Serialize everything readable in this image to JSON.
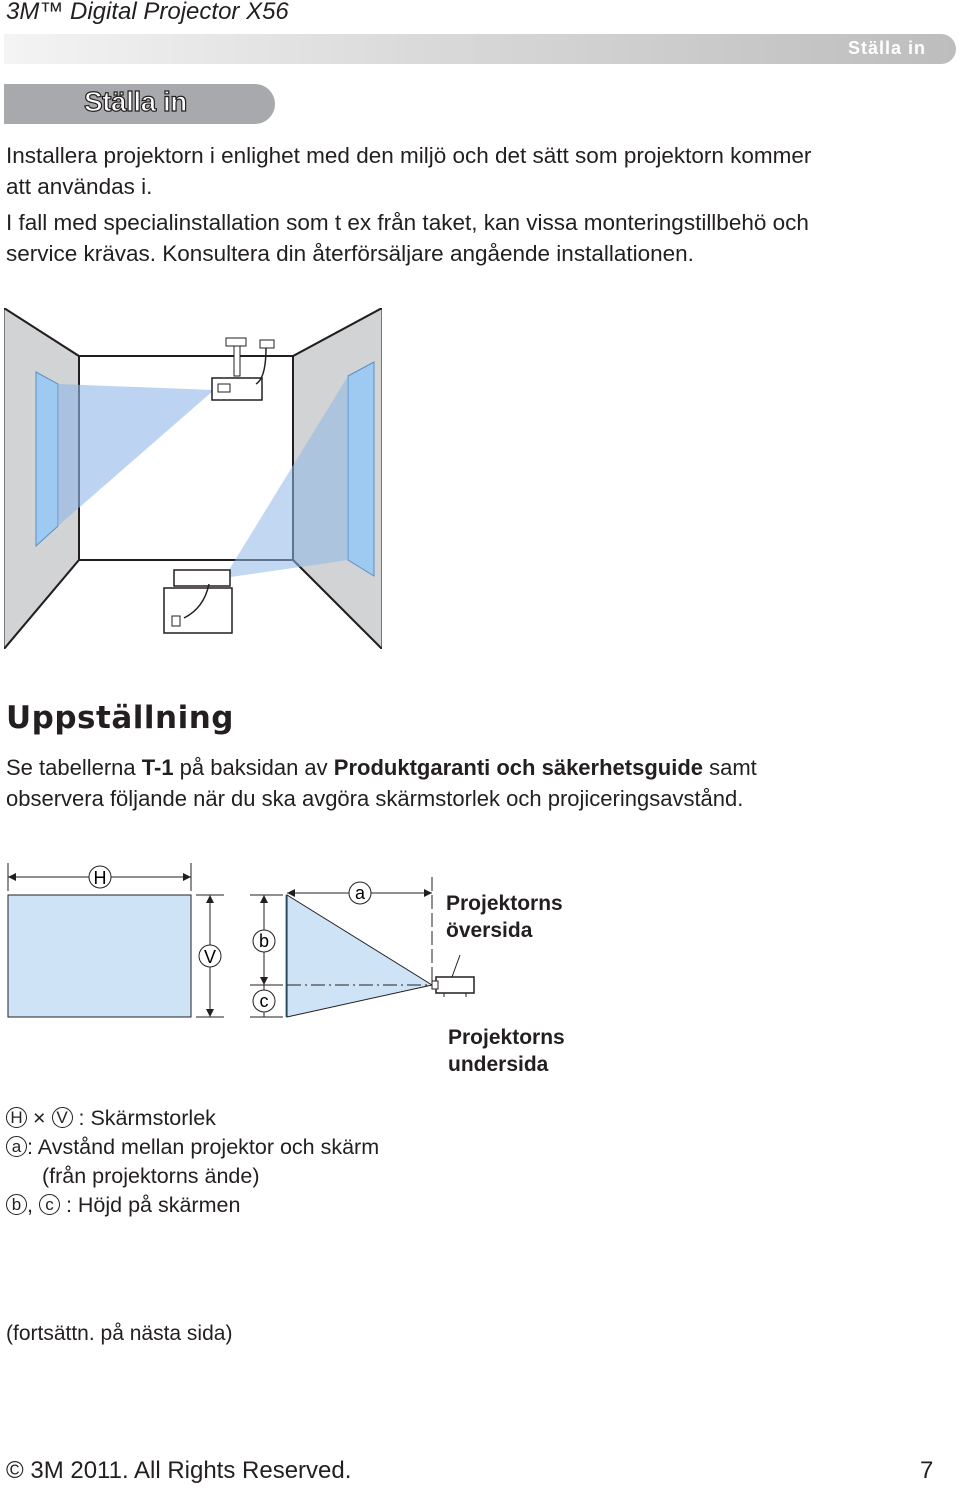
{
  "header": {
    "doc_title": "3M™ Digital Projector X56",
    "bar_label": "Ställa in"
  },
  "section": {
    "title": "Ställa in"
  },
  "intro": {
    "line1": "Installera projektorn i enlighet med den miljö och det sätt som projektorn kommer",
    "line2": "att användas i.",
    "line3": "I fall med specialinstallation som t ex från taket, kan vissa monteringstillbehö och",
    "line4": "service krävas. Konsultera din återförsäljare angående installationen."
  },
  "setup": {
    "heading": "Uppställning",
    "text_pre": "Se tabellerna ",
    "text_t1": "T-1",
    "text_mid": " på baksidan av ",
    "text_guide": "Produktgaranti och säkerhetsguide",
    "text_post": " samt",
    "line2": "observera följande när du ska avgöra skärmstorlek och projiceringsavstånd."
  },
  "diagram": {
    "h_letter": "H",
    "v_letter": "V",
    "a_letter": "a",
    "b_letter": "b",
    "c_letter": "c",
    "top_side_line1": "Projektorns",
    "top_side_line2": "översida",
    "bottom_side_line1": "Projektorns",
    "bottom_side_line2": "undersida"
  },
  "legend": {
    "h": "H",
    "times": "×",
    "v": "V",
    "screen_size": ": Skärmstorlek",
    "a": "a",
    "distance": ": Avstånd mellan projektor och skärm",
    "distance_sub": "(från projektorns ände)",
    "b": "b",
    "comma": ",",
    "c": "c",
    "height": ": Höjd på skärmen"
  },
  "continued": "(fortsättn. på nästa sida)",
  "footer": {
    "copyright": "© 3M 2011. All Rights Reserved.",
    "page_number": "7"
  },
  "colors": {
    "bar_gray": "#a7a9ac",
    "wall_gray": "#d1d3d4",
    "beam_blue": "#8fb8e8",
    "window_blue": "#9ec9f0",
    "text": "#231f20"
  }
}
